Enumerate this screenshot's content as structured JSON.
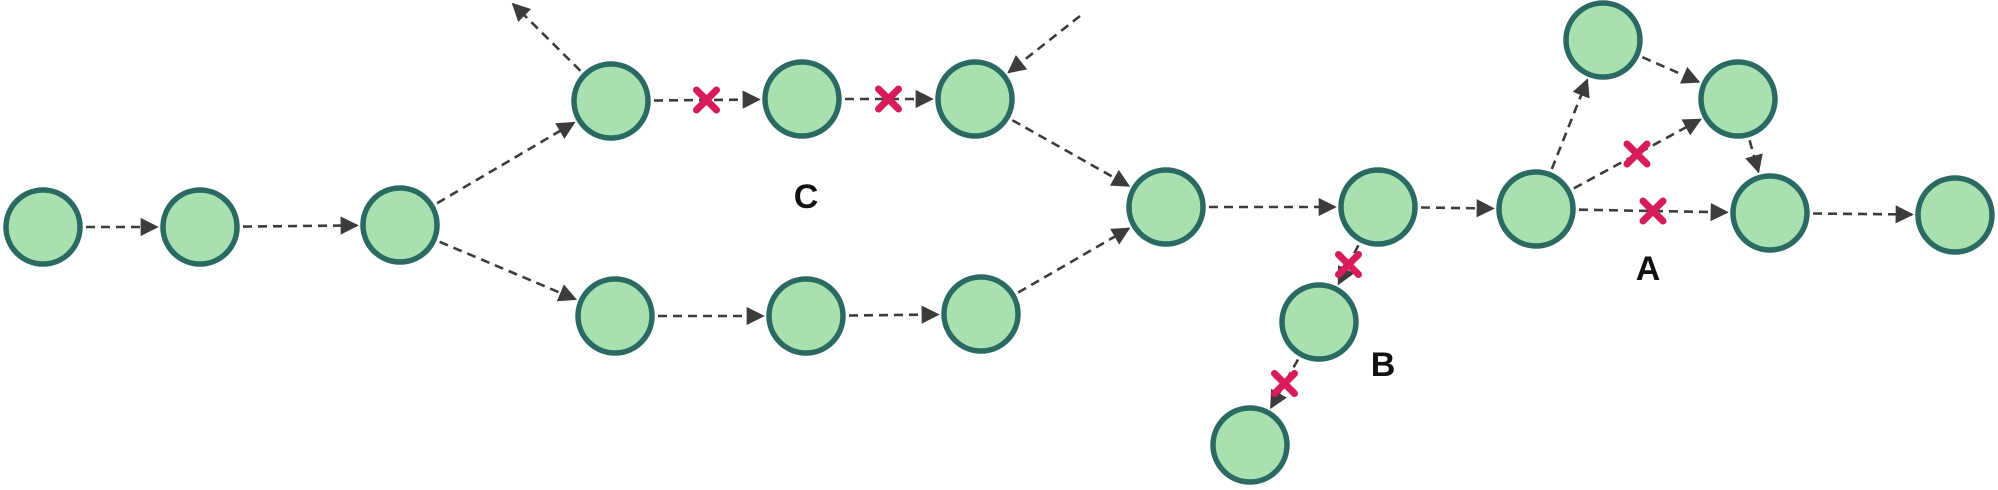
{
  "colors": {
    "node_fill": "#a8e0b0",
    "node_stroke": "#2a6a62",
    "edge": "#3c3c3c",
    "cut_mark": "#d81b5c",
    "label": "#111111",
    "background": "#ffffff"
  },
  "labels": {
    "a": "A",
    "b": "B",
    "c": "C"
  },
  "nodes": [
    {
      "id": "n1"
    },
    {
      "id": "n2"
    },
    {
      "id": "n3"
    },
    {
      "id": "n4"
    },
    {
      "id": "n5"
    },
    {
      "id": "n6"
    },
    {
      "id": "n7"
    },
    {
      "id": "n8"
    },
    {
      "id": "n9"
    },
    {
      "id": "n10"
    },
    {
      "id": "n11"
    },
    {
      "id": "n12"
    },
    {
      "id": "n13"
    },
    {
      "id": "n14"
    },
    {
      "id": "n15"
    },
    {
      "id": "n16"
    },
    {
      "id": "n17"
    },
    {
      "id": "n18"
    },
    {
      "id": "n19"
    },
    {
      "id": "n20"
    }
  ],
  "edges": [
    {
      "from": "n1",
      "to": "n2"
    },
    {
      "from": "n2",
      "to": "n3"
    },
    {
      "from": "n3",
      "to": "n4"
    },
    {
      "from": "n3",
      "to": "n7"
    },
    {
      "from": "n4",
      "to": "n5",
      "cut": true
    },
    {
      "from": "n5",
      "to": "n6",
      "cut": true
    },
    {
      "from": "n7",
      "to": "n8"
    },
    {
      "from": "n8",
      "to": "n9"
    },
    {
      "from": "n6",
      "to": "n10"
    },
    {
      "from": "n9",
      "to": "n10"
    },
    {
      "from": "n10",
      "to": "n11"
    },
    {
      "from": "n11",
      "to": "n12"
    },
    {
      "from": "n11",
      "to": "n18",
      "cut": true
    },
    {
      "from": "n18",
      "to": "n19",
      "cut": true
    },
    {
      "from": "n12",
      "to": "n13"
    },
    {
      "from": "n12",
      "to": "n14",
      "cut": true
    },
    {
      "from": "n12",
      "to": "n15",
      "cut": true
    },
    {
      "from": "n13",
      "to": "n14"
    },
    {
      "from": "n14",
      "to": "n15"
    },
    {
      "from": "n15",
      "to": "n16"
    },
    {
      "from": "n4",
      "to": "ext-top-left"
    },
    {
      "from": "ext-top-right",
      "to": "n6"
    }
  ]
}
